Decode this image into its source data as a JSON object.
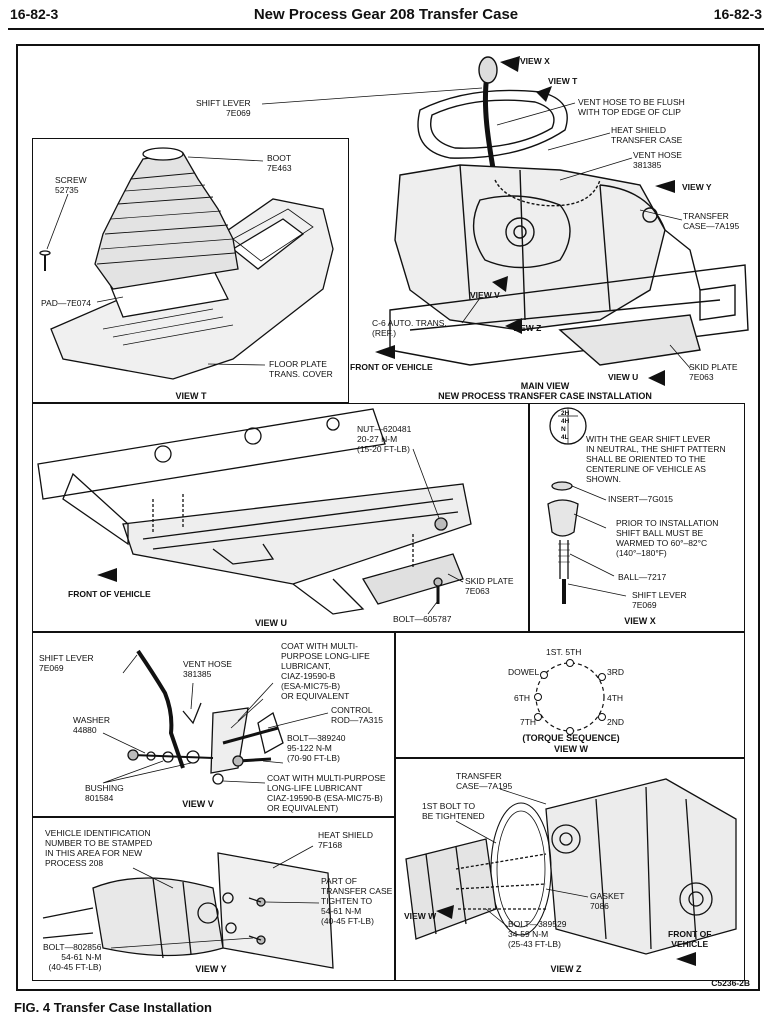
{
  "header": {
    "page_left": "16-82-3",
    "title": "New Process Gear 208 Transfer Case",
    "page_right": "16-82-3"
  },
  "main_view": {
    "caption_1": "MAIN VIEW",
    "caption_2": "NEW PROCESS TRANSFER CASE INSTALLATION",
    "labels": {
      "view_x": "VIEW X",
      "view_t": "VIEW T",
      "shift_lever": "SHIFT LEVER\n7E069",
      "vent_hose_flush": "VENT HOSE TO BE FLUSH\nWITH TOP EDGE OF CLIP",
      "heat_shield": "HEAT SHIELD\nTRANSFER CASE",
      "vent_hose": "VENT HOSE\n381385",
      "view_y": "VIEW Y",
      "transfer_case": "TRANSFER\nCASE—7A195",
      "view_v": "VIEW V",
      "view_z": "VIEW Z",
      "c6_trans": "C-6 AUTO. TRANS.\n(REF.)",
      "front_of_vehicle": "FRONT OF VEHICLE",
      "view_u": "VIEW U",
      "skid_plate": "SKID PLATE\n7E063"
    }
  },
  "view_t": {
    "caption": "VIEW T",
    "labels": {
      "boot": "BOOT\n7E463",
      "screw": "SCREW\n52735",
      "pad": "PAD—7E074",
      "floor_plate": "FLOOR PLATE\nTRANS. COVER"
    }
  },
  "view_u": {
    "caption": "VIEW U",
    "labels": {
      "nut": "NUT—620481\n20-27 N-m\n(15-20 FT-LB)",
      "front_of_vehicle": "FRONT OF VEHICLE",
      "skid_plate": "SKID PLATE\n7E063",
      "bolt": "BOLT—605787"
    }
  },
  "view_x": {
    "caption": "VIEW X",
    "knob_pattern": "2H\n4H\nN\n4L",
    "labels": {
      "note": "WITH THE GEAR SHIFT LEVER\nIN NEUTRAL, THE SHIFT PATTERN\nSHALL BE ORIENTED TO THE\nCENTERLINE OF VEHICLE AS\nSHOWN.",
      "insert": "INSERT—7G015",
      "prior": "PRIOR TO INSTALLATION\nSHIFT BALL MUST BE\nWARMED TO 60°–82°C\n(140°–180°F)",
      "ball": "BALL—7217",
      "shift_lever": "SHIFT LEVER\n7E069"
    }
  },
  "view_v": {
    "caption": "VIEW V",
    "labels": {
      "shift_lever": "SHIFT LEVER\n7E069",
      "vent_hose": "VENT HOSE\n381385",
      "coat_1": "COAT WITH MULTI-\nPURPOSE LONG-LIFE\nLUBRICANT,\nCIAZ-19590-B\n(ESA-MIC75-B)\nOR EQUIVALENT",
      "control_rod": "CONTROL\nROD—7A315",
      "washer": "WASHER\n44880",
      "bolt": "BOLT—389240\n95-122 N-m\n(70-90 FT-LB)",
      "bushing": "BUSHING\n801584",
      "coat_2": "COAT WITH MULTI-PURPOSE\nLONG-LIFE LUBRICANT\nCIAZ-19590-B (ESA-MIC75-B)\nOR EQUIVALENT)"
    }
  },
  "view_w": {
    "caption": "(TORQUE SEQUENCE)\nVIEW W",
    "positions": [
      "1ST. 5TH",
      "3RD",
      "4TH",
      "2ND",
      "7TH",
      "6TH",
      "DOWEL"
    ]
  },
  "view_y": {
    "caption": "VIEW Y",
    "labels": {
      "vin": "VEHICLE IDENTIFICATION\nNUMBER TO BE STAMPED\nIN THIS AREA FOR NEW\nPROCESS 208",
      "heat_shield": "HEAT SHIELD\n7F168",
      "part_of": "PART OF\nTRANSFER CASE\nTIGHTEN TO\n54-61 N-m\n(40-45 FT-LB)",
      "bolt": "BOLT—802856\n54-61 N-m\n(40-45 FT-LB)"
    }
  },
  "view_z": {
    "caption": "VIEW Z",
    "labels": {
      "transfer_case": "TRANSFER\nCASE—7A195",
      "first_bolt": "1ST BOLT TO\nBE TIGHTENED",
      "gasket": "GASKET\n7086",
      "view_w": "VIEW W",
      "bolt": "BOLT—389529\n34-59 N-m\n(25-43 FT-LB)",
      "front_of_vehicle": "FRONT OF\nVEHICLE"
    }
  },
  "footer": {
    "figure_caption": "FIG. 4 Transfer Case Installation",
    "drawing_code": "C5236-2B"
  }
}
